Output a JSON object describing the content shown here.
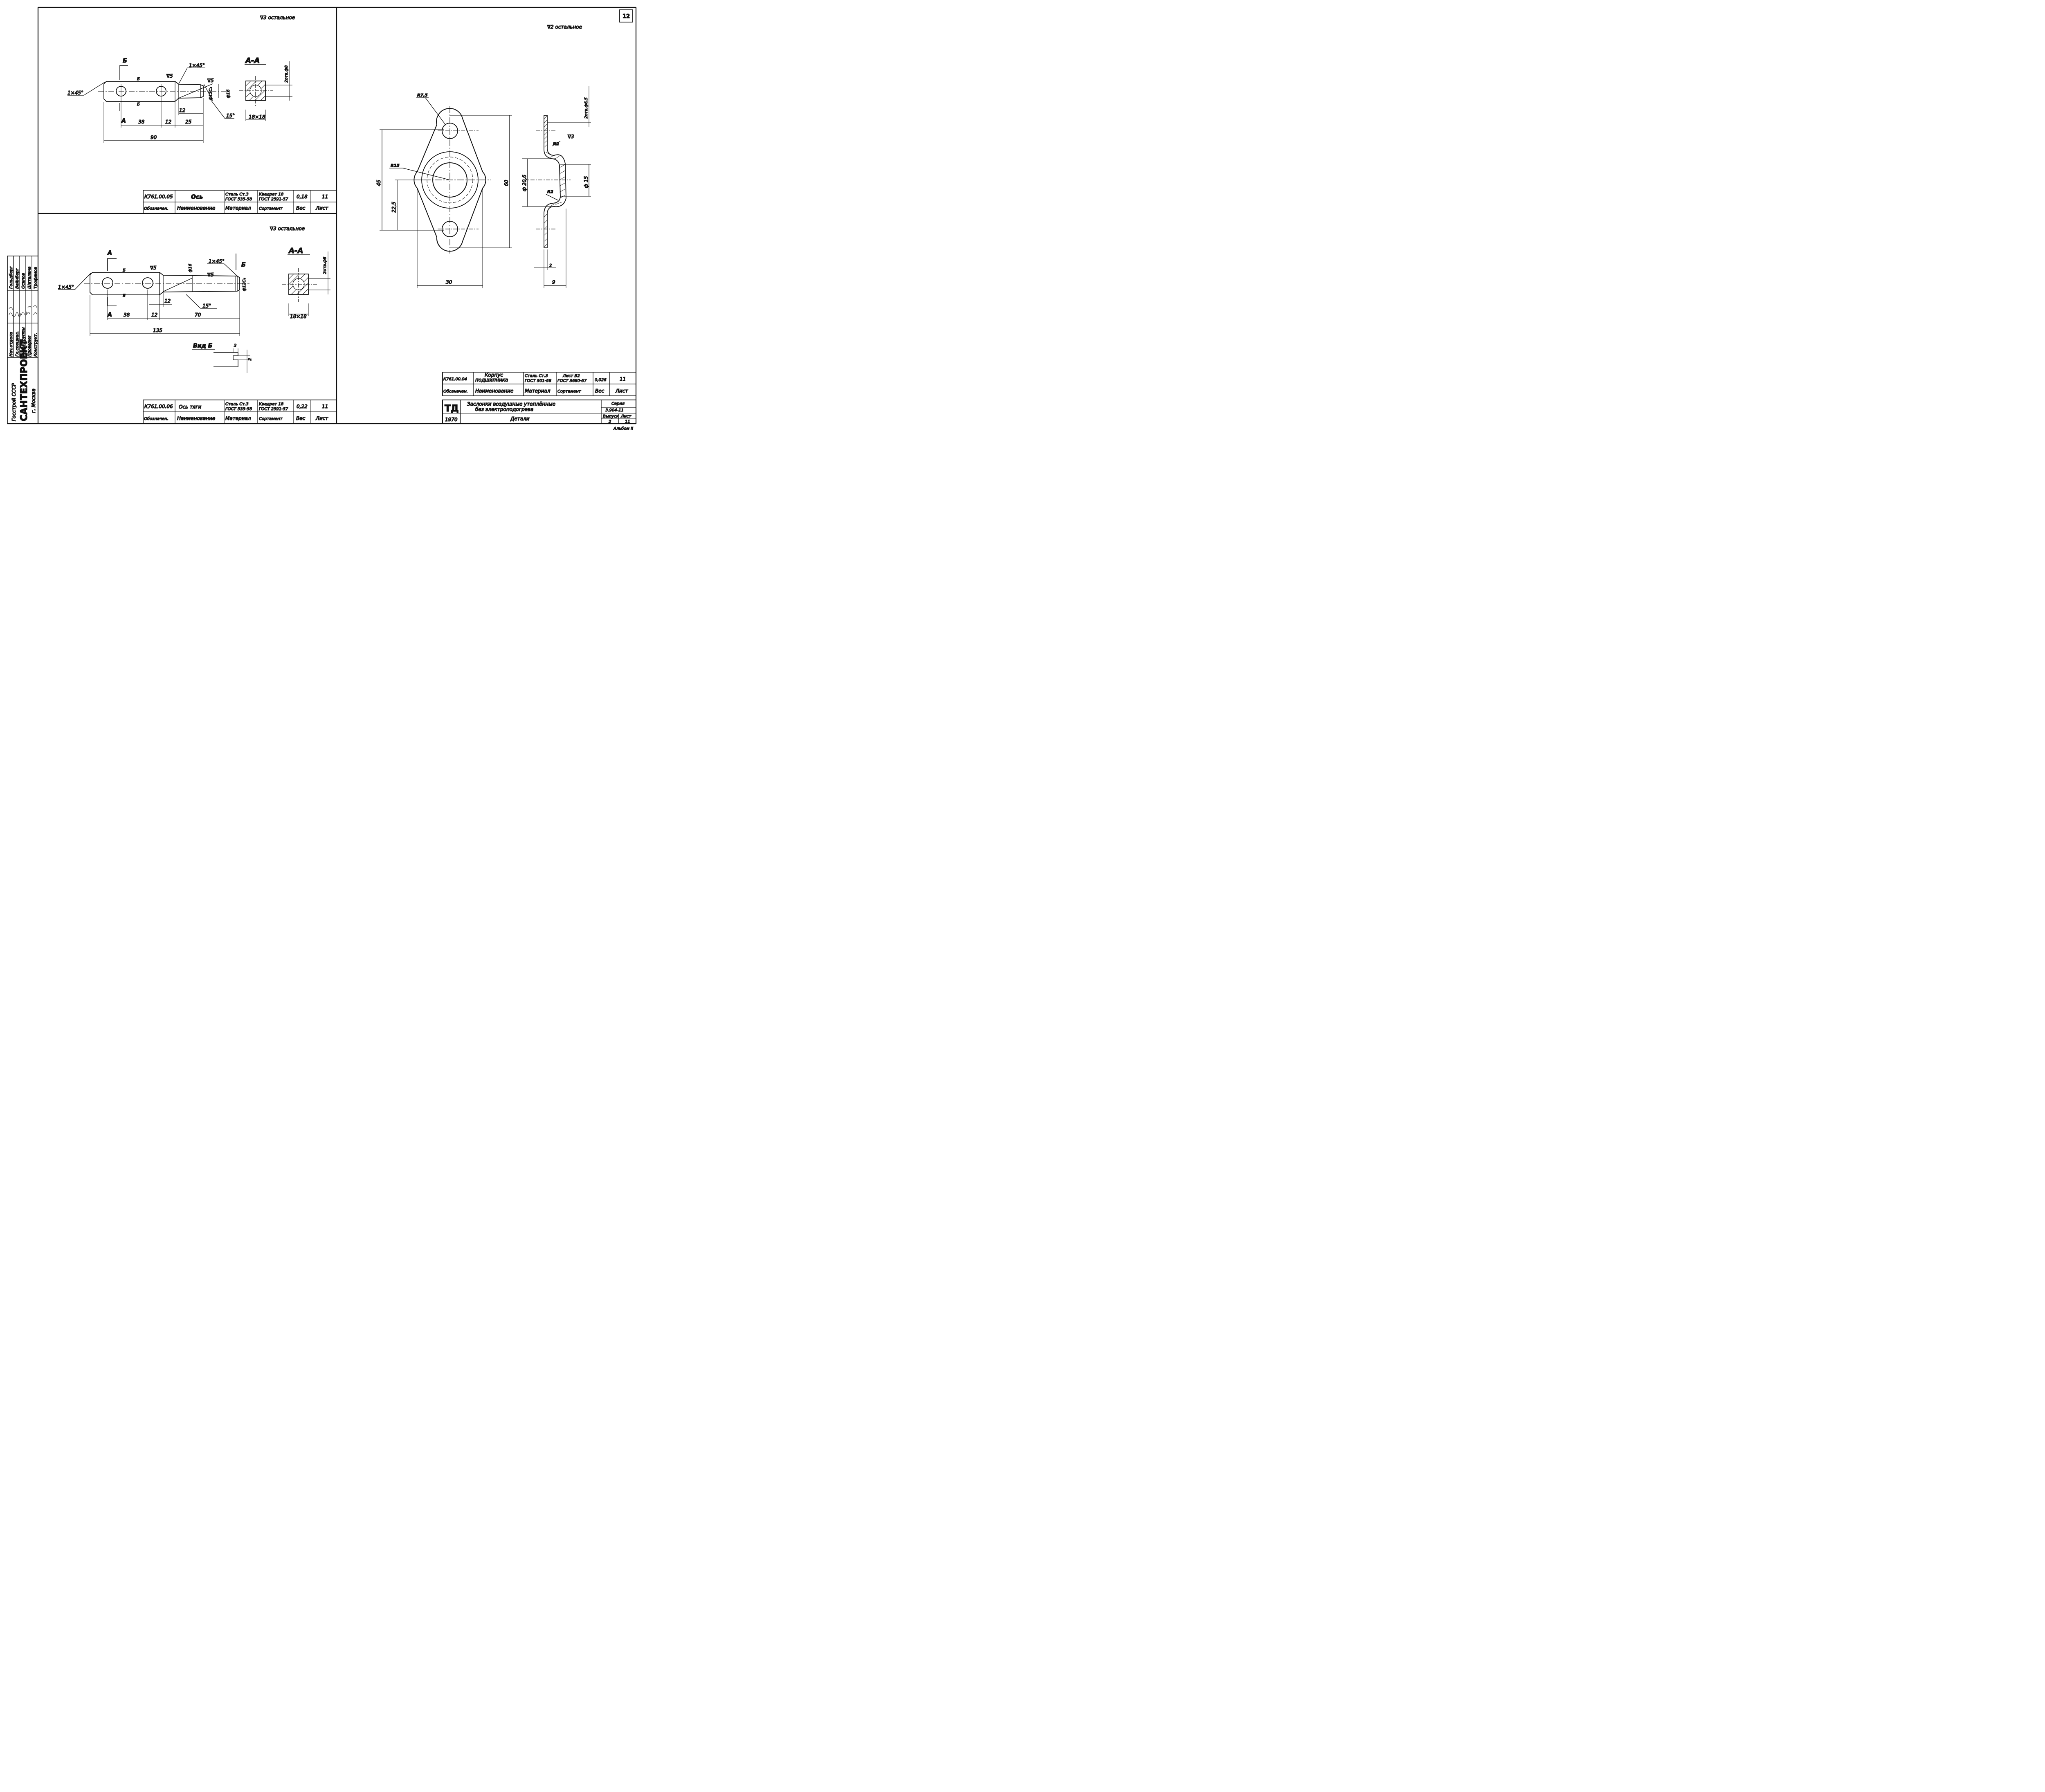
{
  "sheet_number": "12",
  "album": "Альбом II",
  "stamp": {
    "org1": "Госстрой СССР",
    "org2": "САНТЕХПРОЕКТ",
    "city": "г. Москва",
    "roles": [
      "Нач.отдела",
      "Гл.специал.",
      "Руков.группы",
      "Проверил",
      "Конструкт."
    ],
    "names": [
      "Гольдберг",
      "Вайнберг",
      "Осипов",
      "Шаталина",
      "Трофимов"
    ]
  },
  "part1": {
    "roughness": "∇3 остальное",
    "section_title": "А-А",
    "labels": {
      "chamfer_left": "1×45°",
      "chamfer_right": "1×45°",
      "view_b": "Б",
      "view_a": "А",
      "dim_38": "38",
      "dim_12": "12",
      "dim_25": "25",
      "dim_90": "90",
      "dim_12b": "12",
      "angle": "15°",
      "dia16": "ф16",
      "dia12": "ф12С₄",
      "rough5a": "∇5",
      "rough5b": "∇5",
      "holes": "2отв.ф8",
      "square": "18×18"
    },
    "row": {
      "code": "К761.00.05",
      "name": "Ось",
      "material": "Сталь Ст.3 ГОСТ 535-58",
      "assort": "Квадрат 18 ГОСТ 2591-57",
      "weight": "0,18",
      "sheet": "11"
    }
  },
  "part2": {
    "roughness": "∇3 остальное",
    "section_title": "А-А",
    "labels": {
      "chamfer_left": "1×45°",
      "chamfer_right": "1×45°",
      "view_a": "А",
      "view_b": "Б",
      "dim_38": "38",
      "dim_12": "12",
      "dim_70": "70",
      "dim_135": "135",
      "dim_12b": "12",
      "angle": "15°",
      "dia16": "ф16",
      "dia12": "ф12С₄",
      "rough5a": "∇5",
      "rough5b": "∇5",
      "holes": "2отв.ф8",
      "square": "18×18",
      "view_b_title": "Вид Б",
      "dim_3": "3",
      "dim_2": "2"
    },
    "row": {
      "code": "К761.00.06",
      "name": "Ось тяги",
      "material": "Сталь Ст.3 ГОСТ 535-58",
      "assort": "Квадрат 18 ГОСТ 2591-57",
      "weight": "0,22",
      "sheet": "11"
    }
  },
  "part3": {
    "roughness": "∇2 остальное",
    "labels": {
      "r75": "R7,5",
      "r15": "R15",
      "dim_45": "45",
      "dim_225": "22,5",
      "dim_60": "60",
      "dim_30": "30",
      "holes": "2отв.ф6,5",
      "r2a": "R2",
      "r2b": "R2",
      "rough3": "∇3",
      "dia206": "ф 20,6",
      "dia15": "ф 15",
      "dim_2": "2",
      "dim_9": "9"
    },
    "row": {
      "code": "К761.00.04",
      "name": "Корпус подшипника",
      "material": "Сталь Ст.3 ГОСТ 501-58",
      "assort": "Лист В2 ГОСТ 3680-57",
      "weight": "0,026",
      "sheet": "11"
    }
  },
  "header_row": {
    "code": "Обозначен.",
    "name": "Наименование",
    "material": "Материал",
    "assort": "Сортамент",
    "weight": "Вес",
    "sheet": "Лист"
  },
  "title_block": {
    "td": "ТД",
    "year": "1970",
    "title": "Заслонки воздушные утеплённые без электроподогрева",
    "subject": "Детали",
    "series_label": "Серия",
    "series": "3.904-11",
    "issue_label": "Выпуск",
    "sheet_label": "Лист",
    "issue": "2",
    "sheet": "11"
  }
}
